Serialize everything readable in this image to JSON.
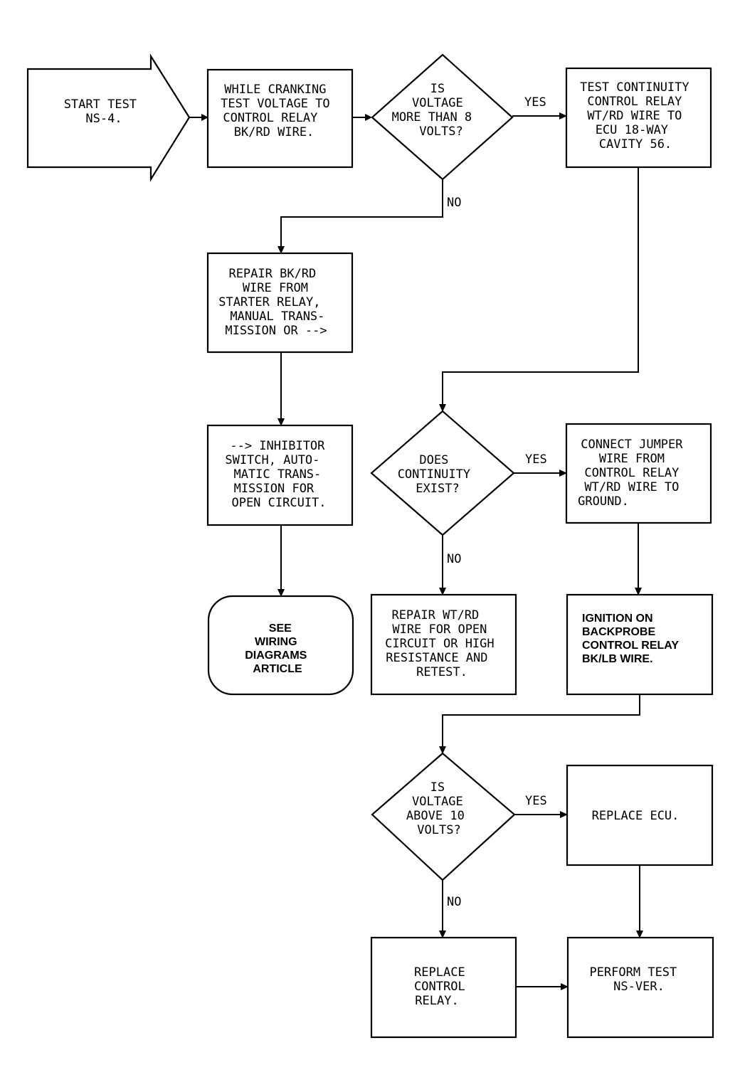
{
  "start": {
    "lines": [
      "START TEST",
      "NS-4."
    ]
  },
  "box_cranking": {
    "lines": [
      "WHILE CRANKING",
      "TEST VOLTAGE TO",
      "CONTROL RELAY",
      "BK/RD WIRE."
    ]
  },
  "decision_8v": {
    "lines": [
      "IS",
      "VOLTAGE",
      "MORE THAN 8",
      "VOLTS?"
    ]
  },
  "box_continuity": {
    "lines": [
      "TEST CONTINUITY",
      "CONTROL RELAY",
      "WT/RD WIRE TO",
      "ECU 18-WAY",
      "CAVITY 56."
    ]
  },
  "box_repair_bkrd": {
    "lines": [
      "REPAIR BK/RD",
      "WIRE FROM",
      "STARTER RELAY,",
      "MANUAL TRANS-",
      "MISSION OR -->"
    ]
  },
  "box_inhibitor": {
    "lines": [
      "--> INHIBITOR",
      "SWITCH, AUTO-",
      "MATIC TRANS-",
      "MISSION FOR",
      "OPEN CIRCUIT."
    ]
  },
  "terminal_wiring": {
    "lines": [
      "SEE",
      "WIRING",
      "DIAGRAMS",
      "ARTICLE"
    ]
  },
  "decision_continuity": {
    "lines": [
      "DOES",
      "CONTINUITY",
      "EXIST?"
    ]
  },
  "box_jumper": {
    "lines": [
      "CONNECT JUMPER",
      "WIRE FROM",
      "CONTROL RELAY",
      "WT/RD WIRE TO",
      "GROUND."
    ]
  },
  "box_repair_wtrd": {
    "lines": [
      "REPAIR WT/RD",
      "WIRE FOR OPEN",
      "CIRCUIT OR HIGH",
      "RESISTANCE AND",
      "RETEST."
    ]
  },
  "box_ignition": {
    "lines": [
      "IGNITION ON",
      "BACKPROBE",
      "CONTROL RELAY",
      "BK/LB WIRE."
    ]
  },
  "decision_10v": {
    "lines": [
      "IS",
      "VOLTAGE",
      "ABOVE 10",
      "VOLTS?"
    ]
  },
  "box_replace_ecu": {
    "lines": [
      "REPLACE ECU."
    ]
  },
  "box_replace_relay": {
    "lines": [
      "REPLACE",
      "CONTROL",
      "RELAY."
    ]
  },
  "box_perform": {
    "lines": [
      "PERFORM TEST",
      "NS-VER."
    ]
  },
  "labels": {
    "yes": "YES",
    "no": "NO"
  }
}
